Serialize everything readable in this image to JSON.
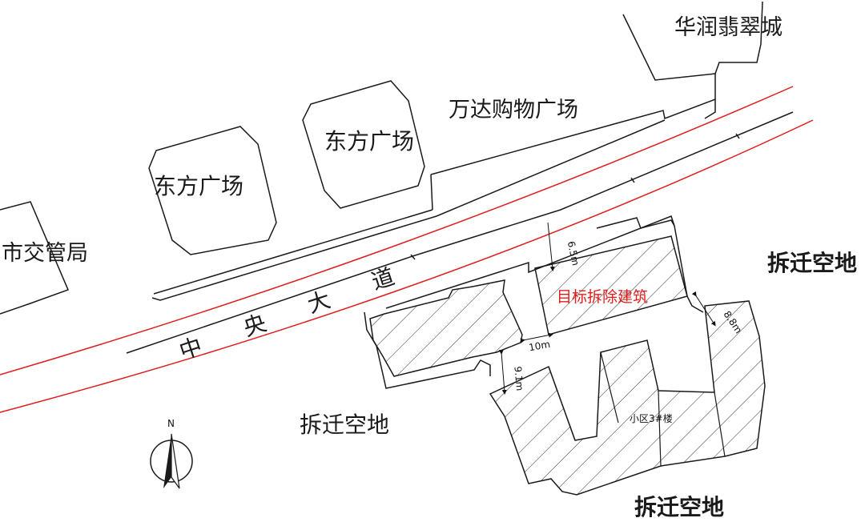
{
  "labels": {
    "huarun": "华润翡翠城",
    "wanda": "万达购物广场",
    "dongfang_east": "东方广场",
    "dongfang_west": "东方广场",
    "shijiaoguanju": "市交管局",
    "chaiqian_right": "拆迁空地",
    "chaiqian_center": "拆迁空地",
    "chaiqian_bottom": "拆迁空地",
    "target_building": "目标拆除建筑",
    "building_3": "小区3#楼",
    "north": "N"
  },
  "road": {
    "chars": [
      "中",
      "央",
      "大",
      "道"
    ]
  },
  "dimensions": {
    "d1": "6.5m",
    "d2": "8.8m",
    "d3": "10m",
    "d4": "9.1m"
  },
  "colors": {
    "line": "#1a1a1a",
    "road_edge": "#e01b1b",
    "target_label": "#e01b1b"
  }
}
